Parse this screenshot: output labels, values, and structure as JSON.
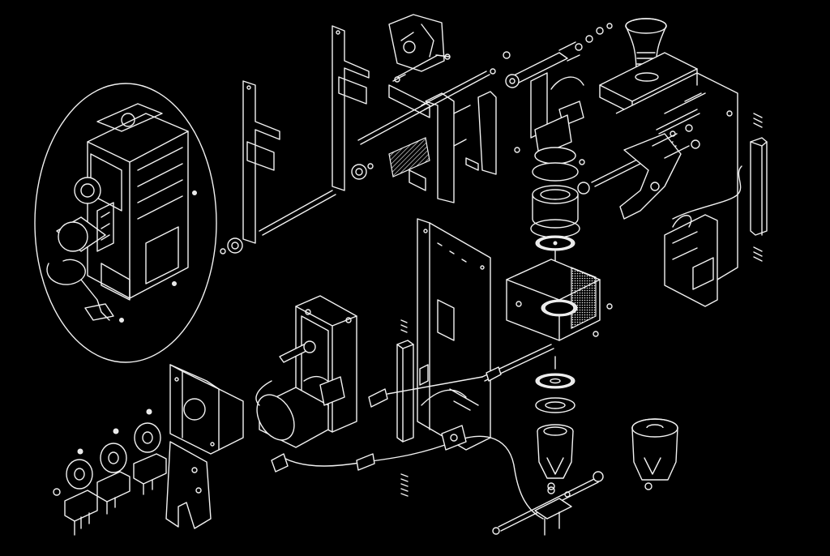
{
  "diagram": {
    "type": "exploded-assembly-line-drawing",
    "style": "white line art on black",
    "colors": {
      "background": "#000000",
      "line": "#f2f2f2"
    },
    "labels": [],
    "parts": [
      "assembled-unit-inset",
      "mounting-plate-left",
      "mounting-plate-rear",
      "linkage-bracket",
      "gearbox",
      "drive-motor",
      "motor-bracket",
      "cam-disc-1",
      "cam-disc-2",
      "cam-disc-3",
      "micro-switch-1",
      "micro-switch-2",
      "micro-switch-3",
      "main-side-plate",
      "valve-housing",
      "seal-stack",
      "nozzle-assembled",
      "top-frame",
      "funnel-cup",
      "lever-arm",
      "right-frame",
      "spring",
      "cable-harness",
      "temperature-probe",
      "screws-and-fasteners"
    ]
  }
}
